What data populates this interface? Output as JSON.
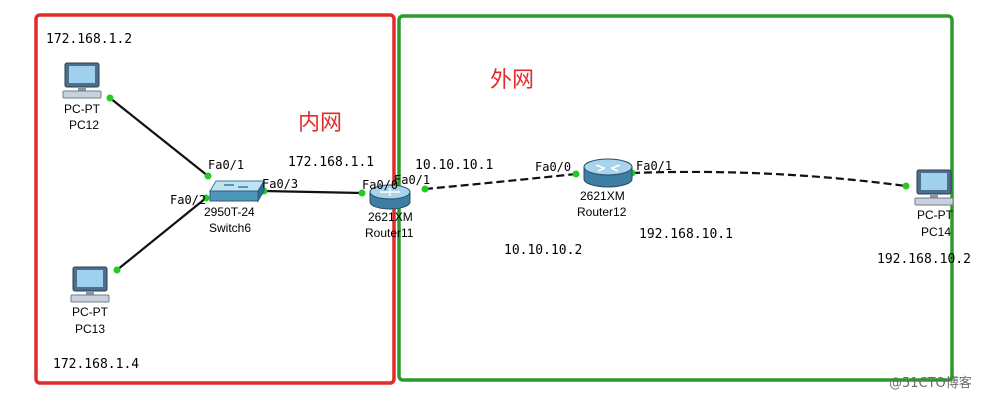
{
  "zones": {
    "inner": {
      "label": "内网",
      "color": "#e02b2b"
    },
    "outer": {
      "label": "外网",
      "color": "#2a9a2a"
    }
  },
  "devices": {
    "pc12": {
      "type": "PC-PT",
      "name": "PC12",
      "ip": "172.168.1.2"
    },
    "pc13": {
      "type": "PC-PT",
      "name": "PC13",
      "ip": "172.168.1.4"
    },
    "pc14": {
      "type": "PC-PT",
      "name": "PC14",
      "ip": "192.168.10.2"
    },
    "switch6": {
      "type": "2950T-24",
      "name": "Switch6"
    },
    "router11": {
      "type": "2621XM",
      "name": "Router11"
    },
    "router12": {
      "type": "2621XM",
      "name": "Router12"
    }
  },
  "ports": {
    "sw_fa01": "Fa0/1",
    "sw_fa02": "Fa0/2",
    "sw_fa03": "Fa0/3",
    "r11_fa00": "Fa0/0",
    "r11_fa01": "Fa0/1",
    "r12_fa00": "Fa0/0",
    "r12_fa01": "Fa0/1"
  },
  "addresses": {
    "r11_inner": "172.168.1.1",
    "r11_outer": "10.10.10.1",
    "r12_outer": "10.10.10.2",
    "r12_lan": "192.168.10.1"
  },
  "watermark": "@51CTO博客",
  "colors": {
    "link_dot": "#22cc22",
    "cable": "#111111"
  }
}
